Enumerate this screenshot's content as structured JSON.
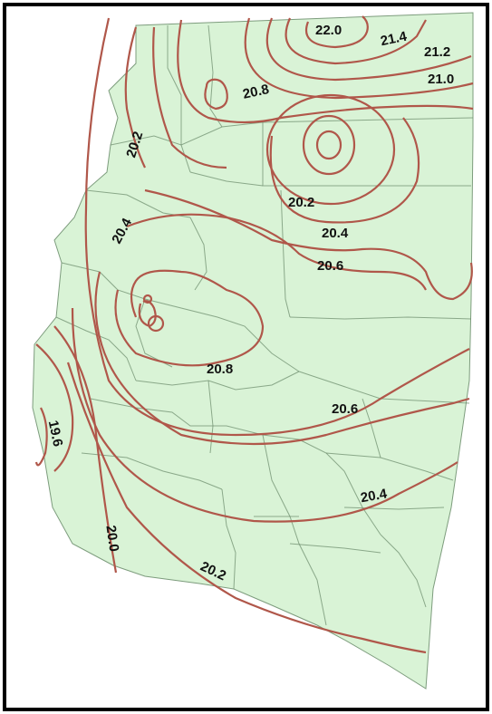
{
  "colors": {
    "land": "#d9f3d6",
    "isoline": "#b0574a",
    "county_border": "#6f8f6f",
    "frame": "#000000"
  },
  "isoline_labels": [
    "22.0",
    "21.4",
    "21.2",
    "21.0",
    "20.8",
    "20.2",
    "20.2",
    "20.4",
    "20.4",
    "20.6",
    "20.8",
    "20.6",
    "19.6",
    "20.4",
    "20.0",
    "20.2"
  ]
}
